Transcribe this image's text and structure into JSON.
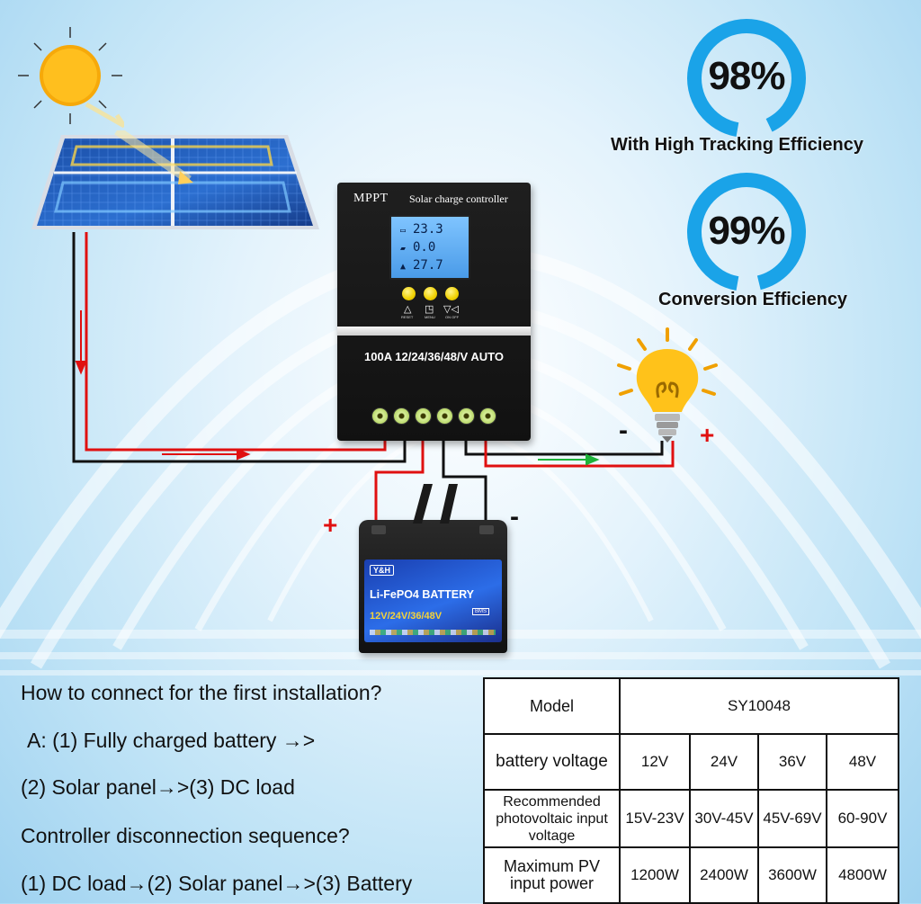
{
  "efficiency": [
    {
      "value": "98%",
      "label": "With High Tracking Efficiency"
    },
    {
      "value": "99%",
      "label": "Conversion Efficiency"
    }
  ],
  "controller": {
    "brand": "MPPT",
    "subtitle": "Solar charge controller",
    "lcd_lines": [
      "23.3",
      "0.0",
      "27.7"
    ],
    "button_labels": [
      "RESET",
      "MENU",
      "ON OFF"
    ],
    "rating": "100A 12/24/36/48/V AUTO"
  },
  "battery": {
    "brand": "Y&H",
    "name": "Li-FePO4 BATTERY",
    "voltage": "12V/24V/36/48V",
    "bms": "BMS"
  },
  "polarity": {
    "battery_plus": "+",
    "battery_minus": "-",
    "load_plus": "+",
    "load_minus": "-"
  },
  "instructions": {
    "q1": "How to connect for the first installation?",
    "a1": "A: (1) Fully charged battery →>",
    "a2": "(2) Solar panel→>(3) DC load",
    "q2": "Controller disconnection sequence?",
    "a3": "(1) DC load→(2) Solar panel→>(3) Battery"
  },
  "spec_table": {
    "model_label": "Model",
    "model_value": "SY10048",
    "rows": [
      {
        "label": "battery voltage",
        "values": [
          "12V",
          "24V",
          "36V",
          "48V"
        ]
      },
      {
        "label": "Recommended photovoltaic input voltage",
        "values": [
          "15V-23V",
          "30V-45V",
          "45V-69V",
          "60-90V"
        ]
      },
      {
        "label": "Maximum PV input power",
        "values": [
          "1200W",
          "2400W",
          "3600W",
          "4800W"
        ]
      }
    ]
  },
  "colors": {
    "ring": "#1aa3e8",
    "wire_positive": "#e01010",
    "wire_negative": "#111111",
    "flow_arrow_green": "#1fb33a"
  }
}
